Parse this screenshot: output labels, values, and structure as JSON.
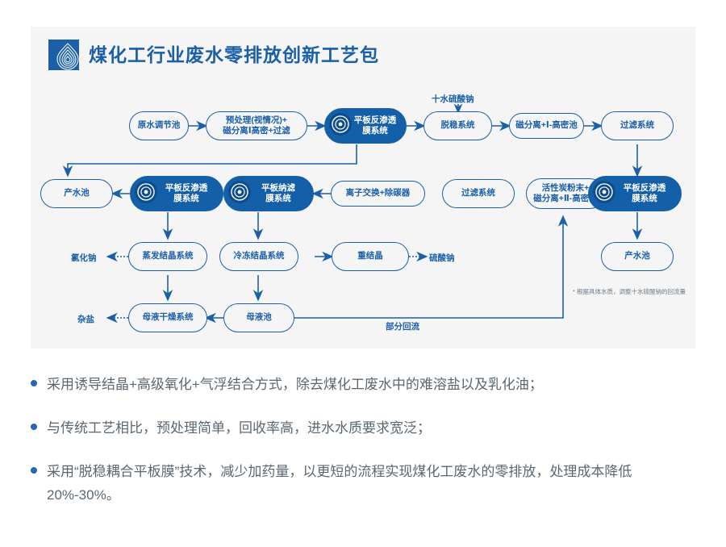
{
  "header": {
    "title": "煤化工行业废水零排放创新工艺包",
    "logo_icon": "water-droplet-rings-logo"
  },
  "colors": {
    "brand_blue": "#1b5fa8",
    "node_fill": "#1460a8",
    "card_bg": "#f5f5f6",
    "bullet_text": "#5b6770",
    "note_text": "#6d7b86"
  },
  "flow": {
    "nodes": [
      {
        "id": "n1",
        "label": "原水调节池",
        "style": "outline"
      },
      {
        "id": "n2",
        "label": "预处理(视情况)+\n磁分离Ⅰ高密+过滤",
        "style": "outline"
      },
      {
        "id": "n3",
        "label": "平板反渗透\n膜系统",
        "style": "filled",
        "icon": "membrane-disc-icon"
      },
      {
        "id": "n4",
        "label": "脱稳系统",
        "style": "outline"
      },
      {
        "id": "n5",
        "label": "磁分离+Ⅰ-高密池",
        "style": "outline"
      },
      {
        "id": "n6",
        "label": "过滤系统",
        "style": "outline"
      },
      {
        "id": "n7",
        "label": "产水池",
        "style": "outline"
      },
      {
        "id": "n8",
        "label": "平板反渗透\n膜系统",
        "style": "filled",
        "icon": "membrane-disc-icon"
      },
      {
        "id": "n9",
        "label": "平板纳滤\n膜系统",
        "style": "filled",
        "icon": "membrane-disc-icon"
      },
      {
        "id": "n10",
        "label": "离子交换+除碳器",
        "style": "outline"
      },
      {
        "id": "n11",
        "label": "过滤系统",
        "style": "outline"
      },
      {
        "id": "n12",
        "label": "活性炭粉末+\n磁分离+Ⅱ-高密池",
        "style": "outline"
      },
      {
        "id": "n13",
        "label": "平板反渗透\n膜系统",
        "style": "filled",
        "icon": "membrane-disc-icon"
      },
      {
        "id": "n14",
        "label": "蒸发结晶系统",
        "style": "outline"
      },
      {
        "id": "n15",
        "label": "冷冻结晶系统",
        "style": "outline"
      },
      {
        "id": "n16",
        "label": "重结晶",
        "style": "outline"
      },
      {
        "id": "n17",
        "label": "产水池",
        "style": "outline"
      },
      {
        "id": "n18",
        "label": "母液干燥系统",
        "style": "outline"
      },
      {
        "id": "n19",
        "label": "母液池",
        "style": "outline"
      }
    ],
    "labels": {
      "inlet_chemical": "十水硫酸钠",
      "out_nacl": "氯化钠",
      "out_na2so4": "硫酸钠",
      "out_mixed_salt": "杂盐",
      "partial_reflux": "部分回流"
    },
    "footnote": "* 根据具体水质，调整十水硫酸钠的回流量"
  },
  "bullets": [
    "采用诱导结晶+高级氧化+气浮结合方式，除去煤化工废水中的难溶盐以及乳化油；",
    "与传统工艺相比，预处理简单，回收率高，进水水质要求宽泛；",
    "采用“脱稳耦合平板膜”技术，减少加药量，以更短的流程实现煤化工废水的零排放，处理成本降低20%-30%。"
  ]
}
